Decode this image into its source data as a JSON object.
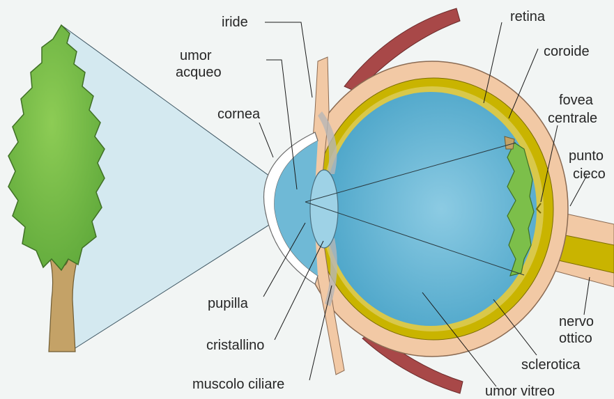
{
  "colors": {
    "background": "#f2f5f4",
    "tree_leaves": "#7cbf4a",
    "tree_trunk": "#c4a267",
    "light_cone": "#cfe6ef",
    "vitreous": "#5fb2d3",
    "sclera": "#f2c9a5",
    "choroid": "#c9b400",
    "muscle": "#a84848",
    "leader_lines": "#1a1a1a"
  },
  "labels": {
    "iride": "iride",
    "umor_acqueo_1": "umor",
    "umor_acqueo_2": "acqueo",
    "cornea": "cornea",
    "pupilla": "pupilla",
    "cristallino": "cristallino",
    "muscolo_ciliare": "muscolo ciliare",
    "retina": "retina",
    "coroide": "coroide",
    "fovea_centrale_1": "fovea",
    "fovea_centrale_2": "centrale",
    "punto_cieco_1": "punto",
    "punto_cieco_2": "cieco",
    "nervo_ottico_1": "nervo",
    "nervo_ottico_2": "ottico",
    "sclerotica": "sclerotica",
    "umor_vitreo": "umor vitreo"
  }
}
